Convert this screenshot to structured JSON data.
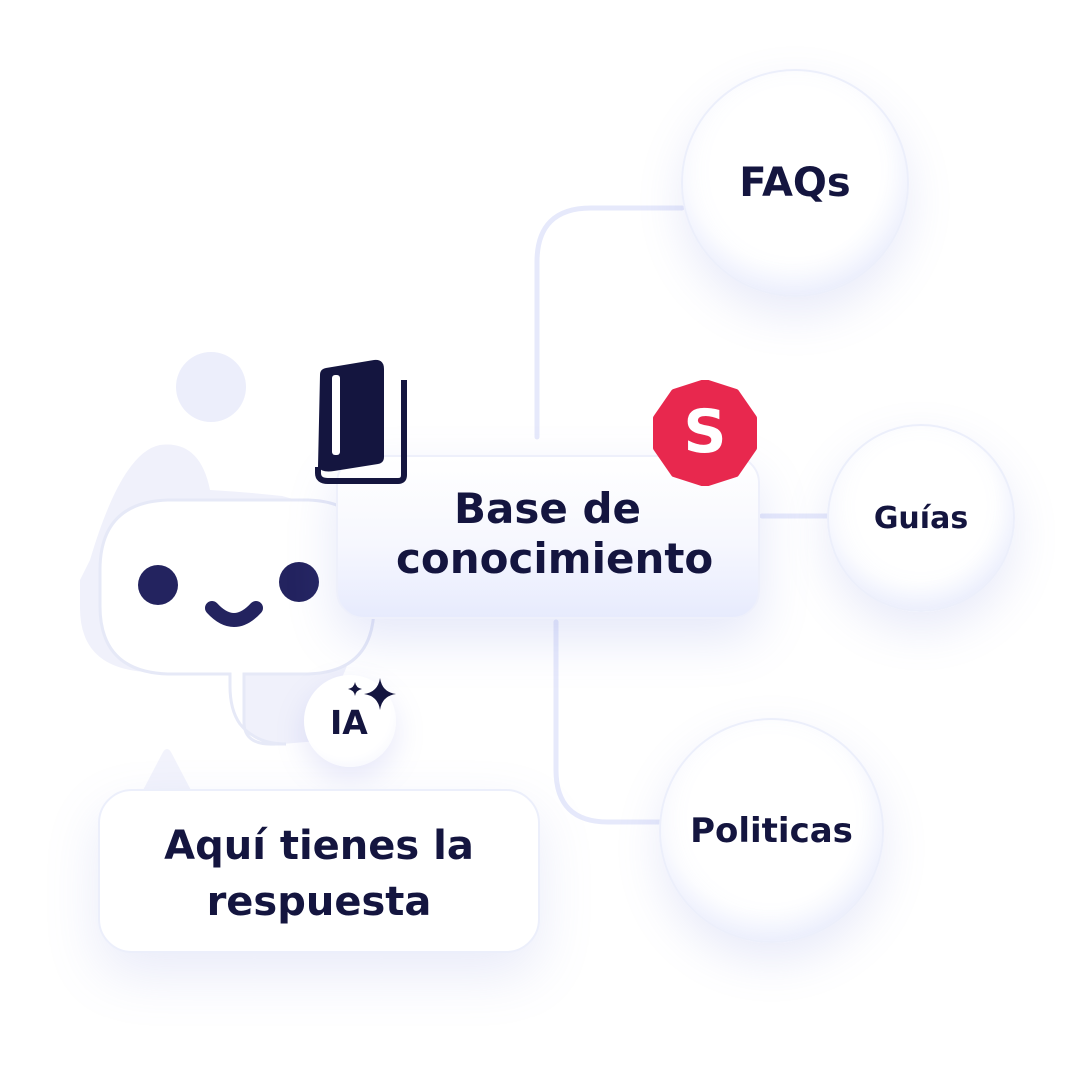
{
  "hub": {
    "title_line1": "Base de",
    "title_line2": "conocimiento",
    "icon": "book-icon",
    "brand_badge": "S",
    "brand_color": "#e8284e"
  },
  "nodes": {
    "faqs": "FAQs",
    "guias": "Guías",
    "politicas": "Politicas"
  },
  "assistant": {
    "badge": "IA",
    "badge_icon": "sparkles-icon",
    "avatar_icon": "smiling-chat-bubble-icon",
    "reply_line1": "Aquí tienes la",
    "reply_line2": "respuesta"
  },
  "colors": {
    "text": "#14153f",
    "accent": "#e8284e",
    "connector": "#e6e9fb",
    "glow": "#e7ebfd"
  }
}
